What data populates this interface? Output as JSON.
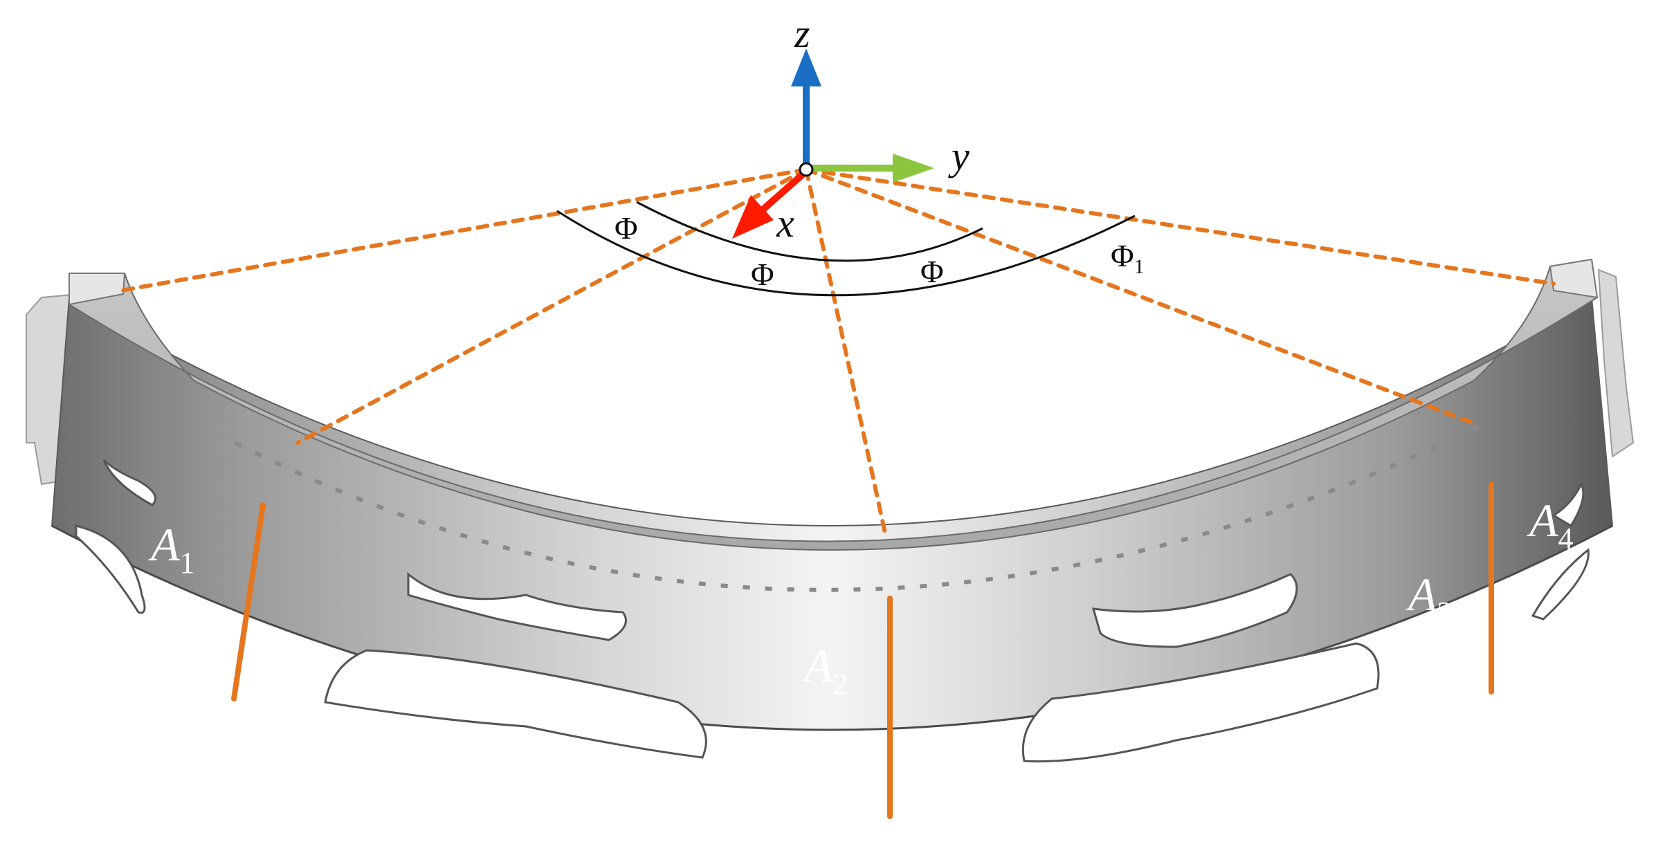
{
  "axes": {
    "x": "x",
    "y": "y",
    "z": "z"
  },
  "angles": {
    "phi": "Φ",
    "phi1_base": "Φ",
    "phi1_sub": "1"
  },
  "sections": [
    {
      "base": "A",
      "sub": "1"
    },
    {
      "base": "A",
      "sub": "2"
    },
    {
      "base": "A",
      "sub": "3"
    },
    {
      "base": "A",
      "sub": "4"
    }
  ],
  "colors": {
    "axis_x": "#ff1a00",
    "axis_y": "#8cc63f",
    "axis_z": "#1a6fc4",
    "section_lines": "#e5761e",
    "ring_light": "#f2f2f2",
    "ring_dark": "#6a6a6a"
  }
}
